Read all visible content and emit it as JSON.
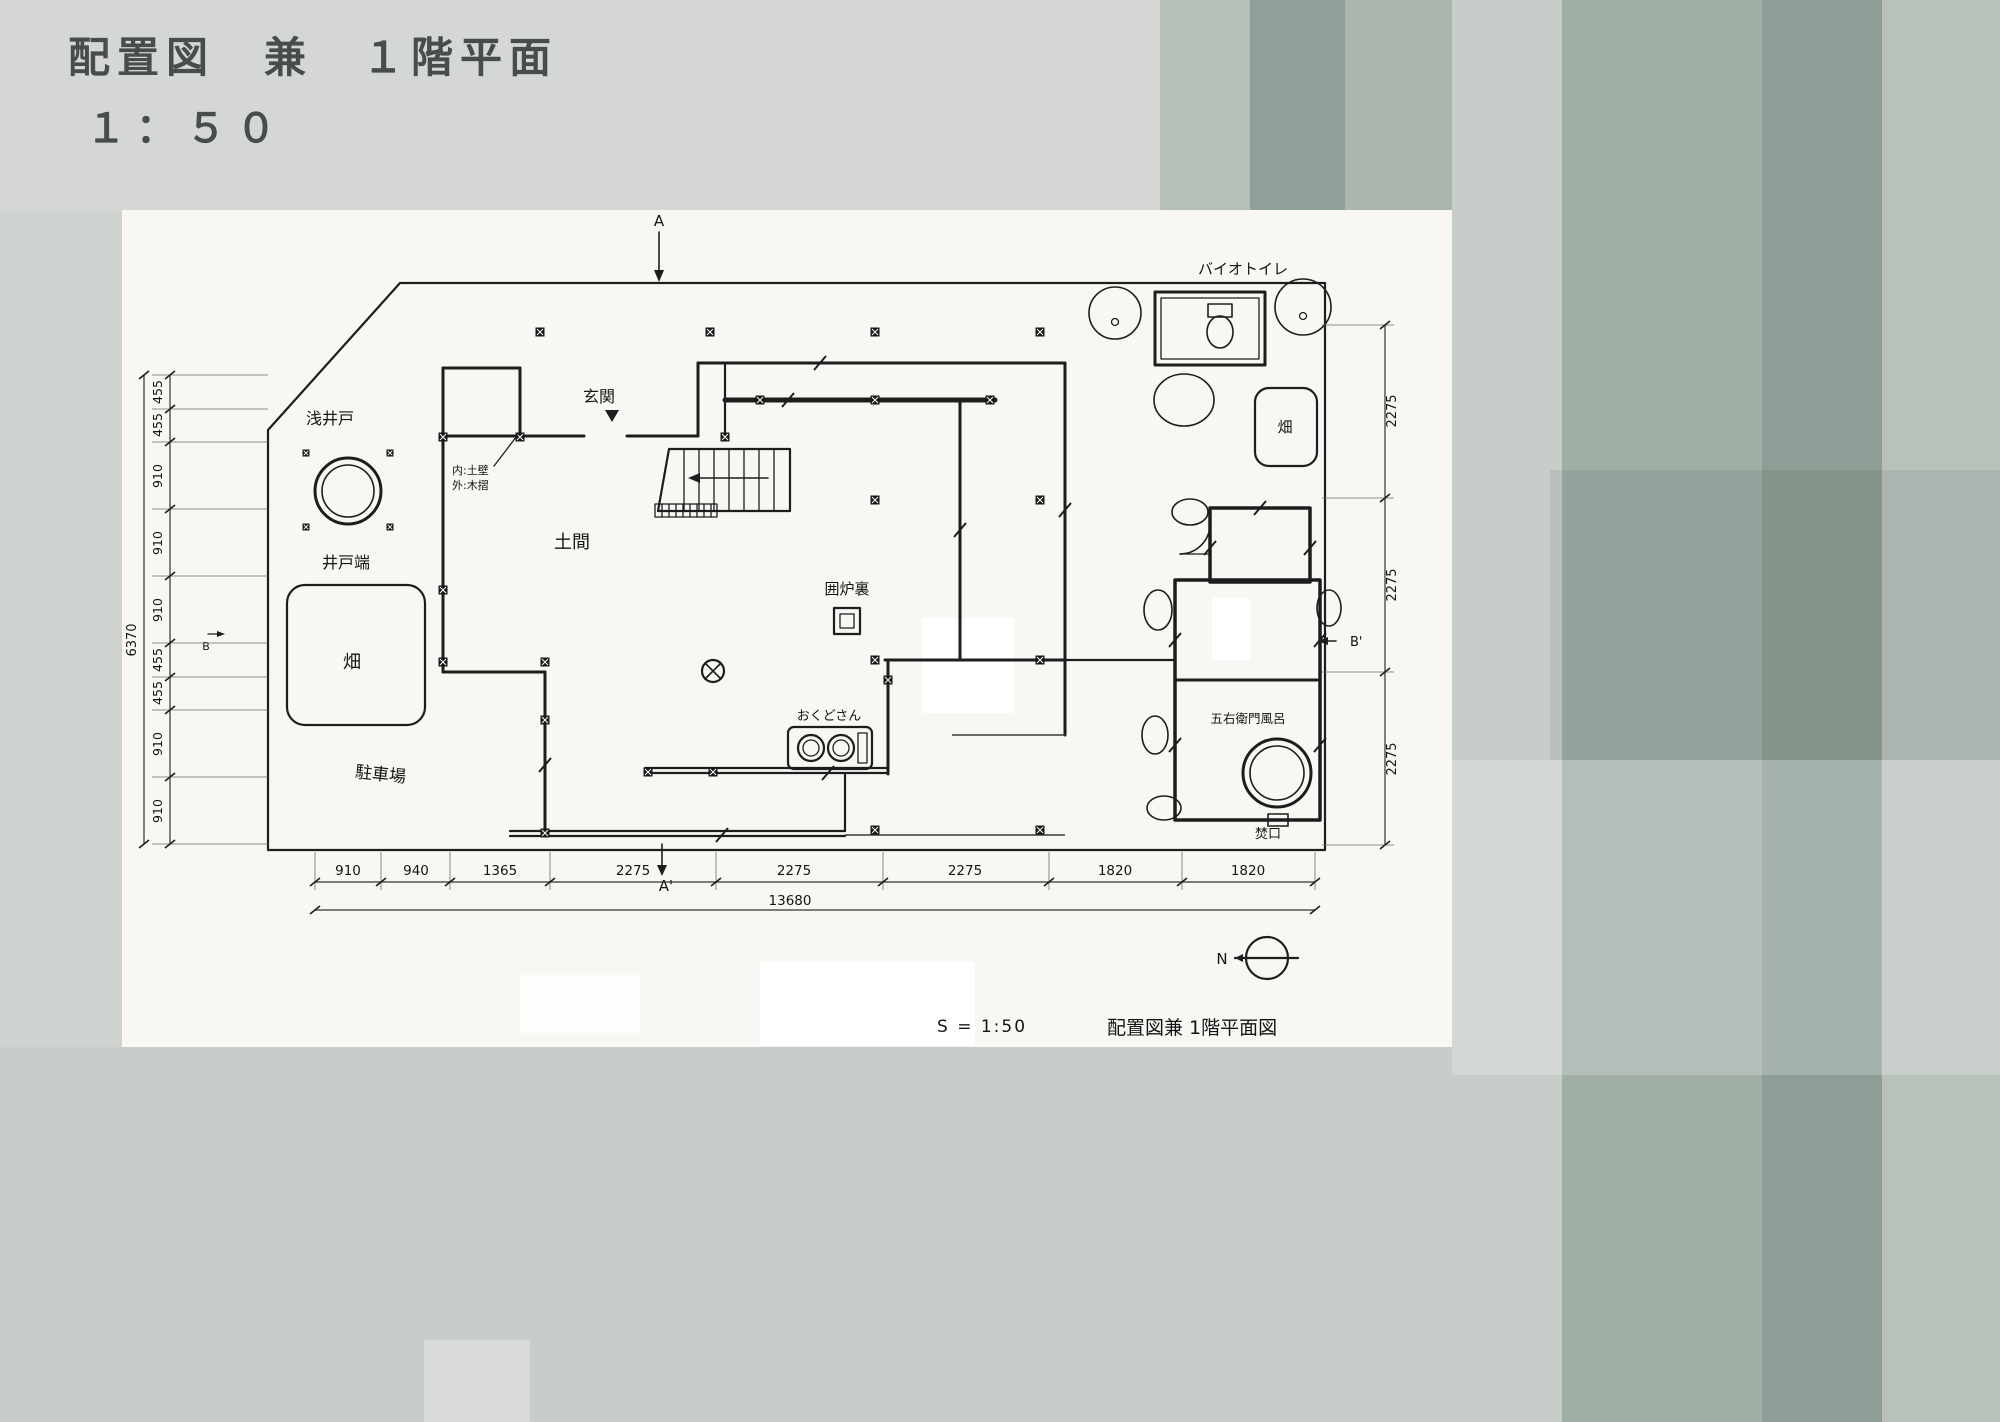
{
  "page": {
    "title": "配置図　兼　１階平面",
    "scale": "１：５０"
  },
  "drawing": {
    "caption_scale": "S = 1:50",
    "caption_title": "配置図兼 1階平面図",
    "north_label": "N",
    "section_markers": {
      "a_top": "A",
      "a_bottom": "A'",
      "b_left": "B",
      "b_right": "B'"
    },
    "labels": {
      "shallow_well": "浅井戸",
      "well_side": "井戸端",
      "field_left": "畑",
      "parking": "駐車場",
      "entrance": "玄関",
      "doma": "土間",
      "wall_note_1": "内:土壁",
      "wall_note_2": "外:木摺",
      "irori": "囲炉裏",
      "kamado": "おくどさん",
      "bio_toilet": "バイオトイレ",
      "field_right": "畑",
      "goemon_bath": "五右衛門風呂",
      "stoke_hole": "焚口"
    },
    "dimensions": {
      "bottom": [
        "910",
        "940",
        "1365",
        "2275",
        "2275",
        "2275",
        "1820",
        "1820"
      ],
      "bottom_total": "13680",
      "left": [
        "455",
        "455",
        "910",
        "910",
        "910",
        "455",
        "455",
        "910",
        "910"
      ],
      "left_total": "6370",
      "right": [
        "2275",
        "2275",
        "2275"
      ]
    },
    "colors": {
      "ink": "#1d1d1d",
      "paper": "#f8f7f4",
      "background": "#cfd3d0"
    }
  }
}
